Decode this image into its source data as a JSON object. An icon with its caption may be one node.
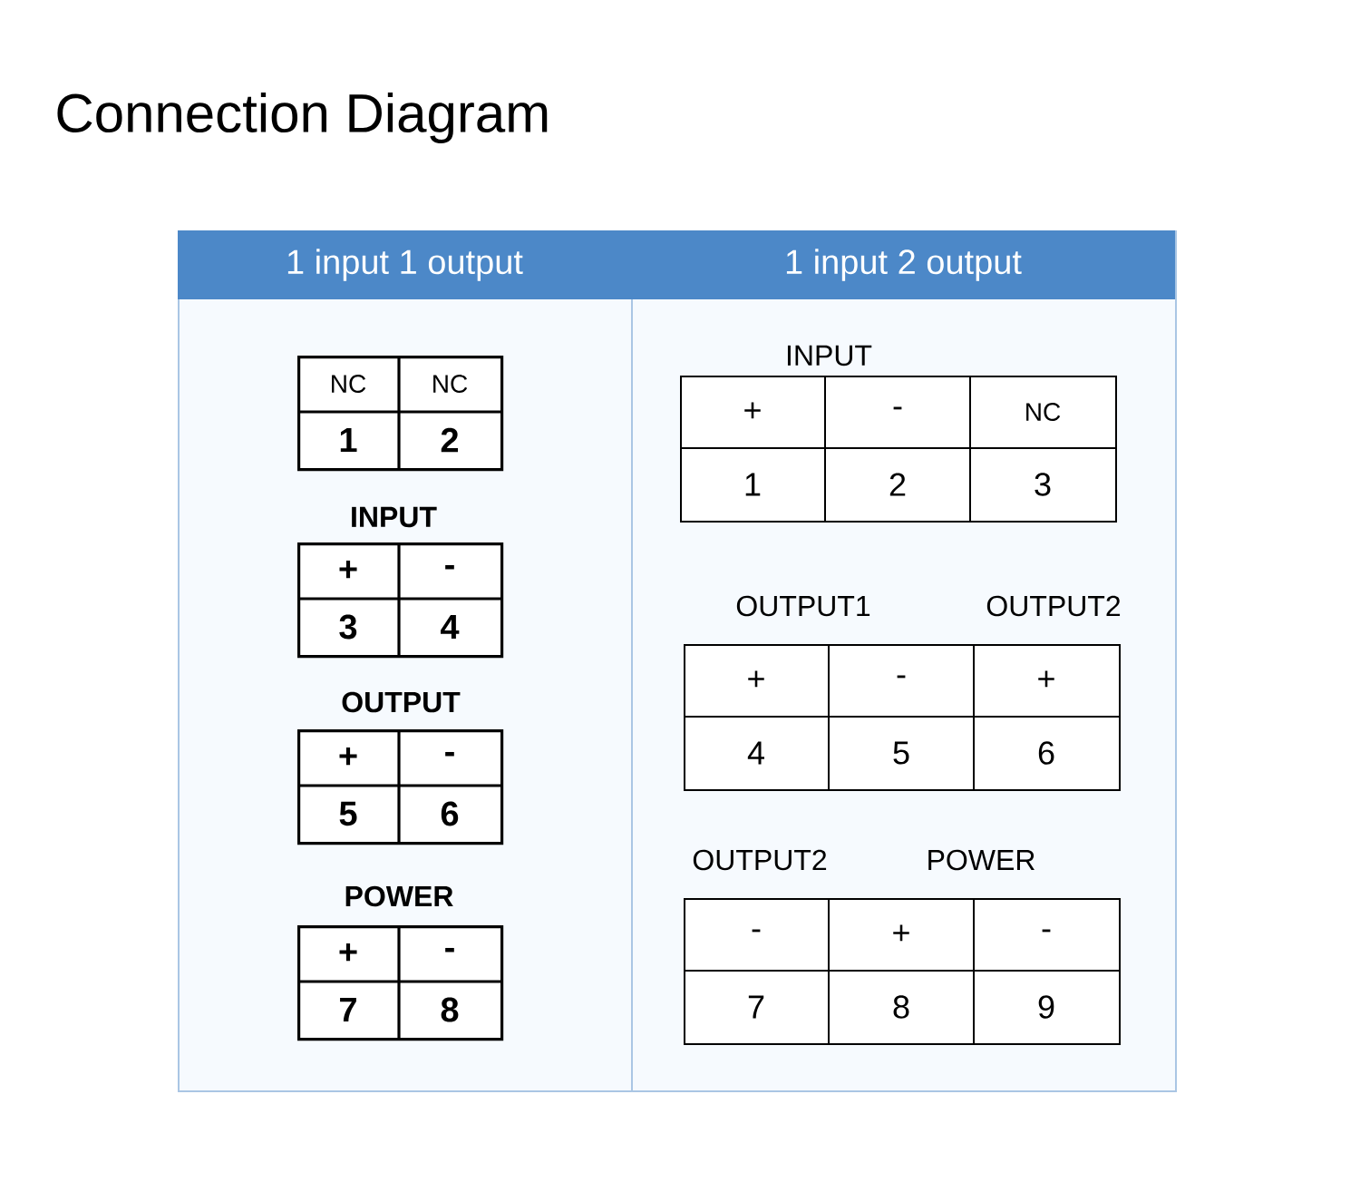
{
  "diagram": {
    "title": "Connection Diagram",
    "nodes": [
      {
        "text": [
          "1 input 1 output"
        ]
      },
      {
        "text": [
          "1 input 2 output"
        ]
      },
      {
        "text": [
          "NC",
          "NC",
          "1",
          "2"
        ],
        "in": 0
      },
      {
        "text": [
          "+",
          "-",
          "3",
          "4"
        ],
        "in": 0,
        "beside": [
          "INPUT"
        ]
      },
      {
        "text": [
          "+",
          "-",
          "5",
          "6"
        ],
        "in": 0,
        "beside": [
          "OUTPUT"
        ]
      },
      {
        "text": [
          "+",
          "-",
          "7",
          "8"
        ],
        "in": 0,
        "beside": [
          "POWER"
        ]
      },
      {
        "text": [
          "+",
          "-",
          "NC",
          "1",
          "2",
          "3"
        ],
        "in": 1,
        "beside": [
          "INPUT"
        ]
      },
      {
        "text": [
          "+",
          "-",
          "+",
          "4",
          "5",
          "6"
        ],
        "in": 1,
        "beside": [
          "OUTPUT1",
          "OUTPUT2"
        ]
      },
      {
        "text": [
          "-",
          "+",
          "-",
          "7",
          "8",
          "9"
        ],
        "in": 1,
        "beside": [
          "OUTPUT2",
          "POWER"
        ]
      }
    ]
  }
}
